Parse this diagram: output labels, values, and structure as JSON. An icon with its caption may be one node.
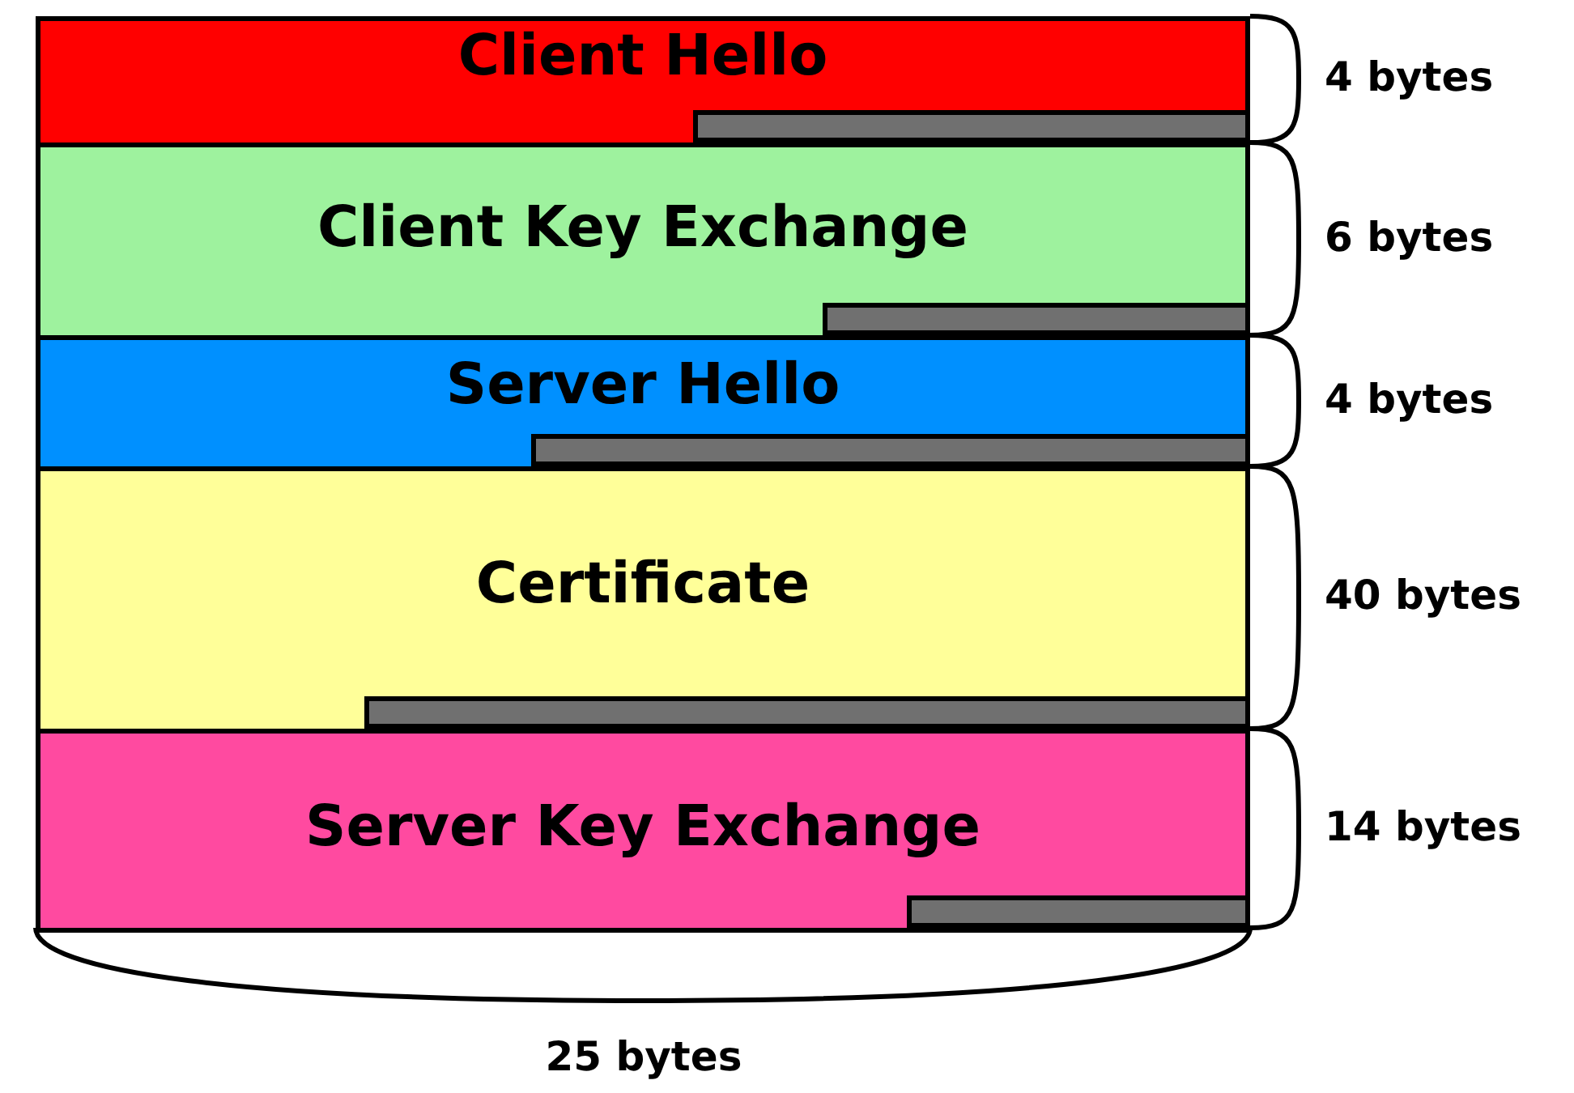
{
  "diagram": {
    "nodes": [
      {
        "text": [
          "Client Hello"
        ],
        "beside": [
          "4 bytes"
        ]
      },
      {
        "text": [],
        "shape": "bar",
        "in": 0
      },
      {
        "text": [
          "Client Key Exchange"
        ],
        "beside": [
          "6 bytes"
        ]
      },
      {
        "text": [],
        "shape": "bar",
        "in": 2
      },
      {
        "text": [
          "Server Hello"
        ],
        "beside": [
          "4 bytes"
        ]
      },
      {
        "text": [],
        "shape": "bar",
        "in": 4
      },
      {
        "text": [
          "Certificate"
        ],
        "beside": [
          "40 bytes"
        ]
      },
      {
        "text": [],
        "shape": "bar",
        "in": 6
      },
      {
        "text": [
          "Server Key Exchange"
        ],
        "beside": [
          "14 bytes"
        ]
      },
      {
        "text": [],
        "shape": "bar",
        "in": 8
      }
    ],
    "labels": [
      "25 bytes"
    ]
  }
}
